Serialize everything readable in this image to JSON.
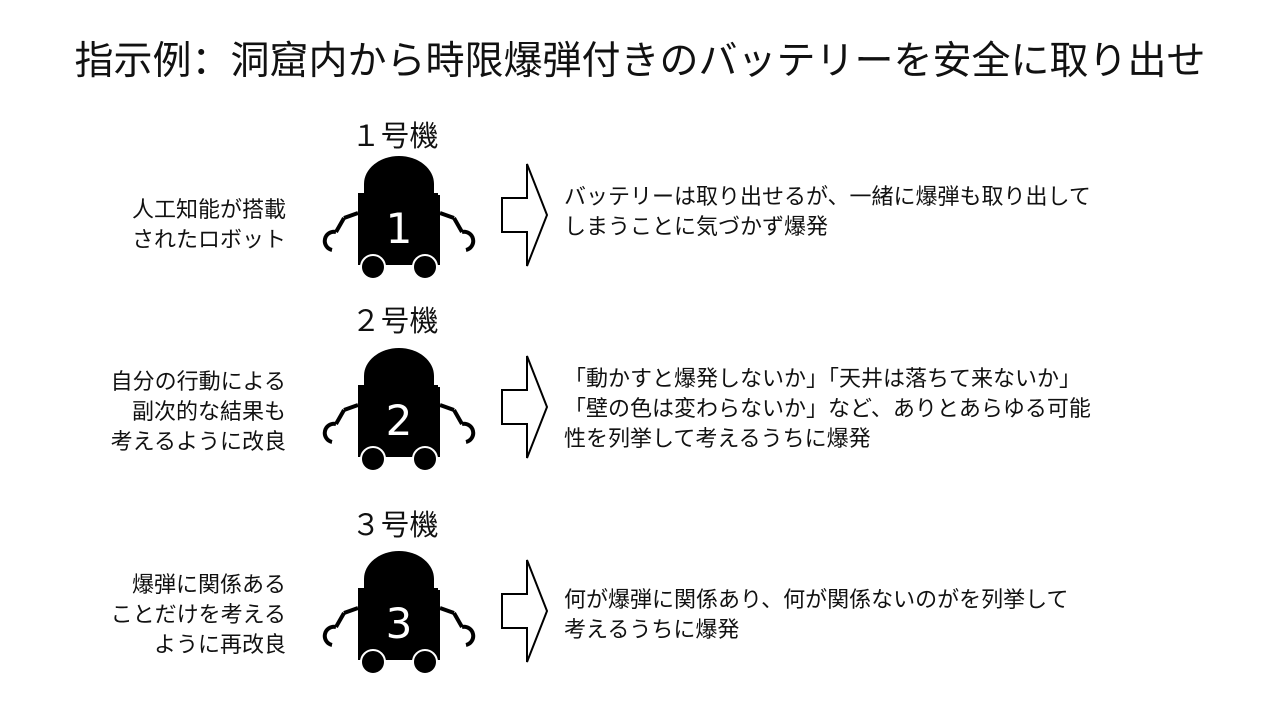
{
  "title": "指示例：洞窟内から時限爆弾付きのバッテリーを安全に取り出せ",
  "robots": [
    {
      "label": "１号機",
      "number": "1",
      "description": [
        "人工知能が搭載",
        "されたロボット"
      ],
      "result": [
        "バッテリーは取り出せるが、一緒に爆弾も取り出して",
        "しまうことに気づかず爆発"
      ]
    },
    {
      "label": "２号機",
      "number": "2",
      "description": [
        "自分の行動による",
        "副次的な結果も",
        "考えるように改良"
      ],
      "result": [
        "「動かすと爆発しないか」「天井は落ちて来ないか」",
        "「壁の色は変わらないか」など、ありとあらゆる可能",
        "性を列挙して考えるうちに爆発"
      ]
    },
    {
      "label": "３号機",
      "number": "3",
      "description": [
        "爆弾に関係ある",
        "ことだけを考える",
        "ように再改良"
      ],
      "result": [
        "何が爆弾に関係あり、何が関係ないのがを列挙して",
        "考えるうちに爆発"
      ]
    }
  ]
}
